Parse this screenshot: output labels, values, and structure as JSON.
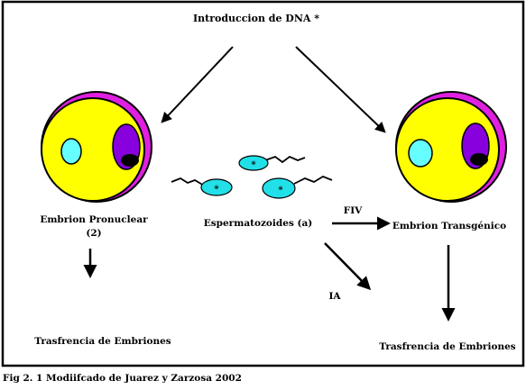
{
  "diagram": {
    "title": "Introduccion de DNA *",
    "left_embryo_label_line1": "Embrion Pronuclear",
    "left_embryo_label_line2": "(2)",
    "sperm_label": "Espermatozoides (a)",
    "fiv_label": "FIV",
    "right_embryo_label": "Embrion Transgénico",
    "ia_label": "IA",
    "left_transfer_label": "Trasfrencia de Embriones",
    "right_transfer_label": "Trasfrencia de Embriones",
    "sperm_marker": "*",
    "colors": {
      "zona": "#e020e0",
      "cytoplasm": "#ffff00",
      "nucleus_small": "#66ffff",
      "nucleus_large": "#8800dd",
      "nucleolus": "#000000",
      "sperm_head": "#22e0e8",
      "frame": "#000000"
    }
  },
  "caption": "Fig 2. 1 Modiifcado de Juarez y Zarzosa 2002"
}
